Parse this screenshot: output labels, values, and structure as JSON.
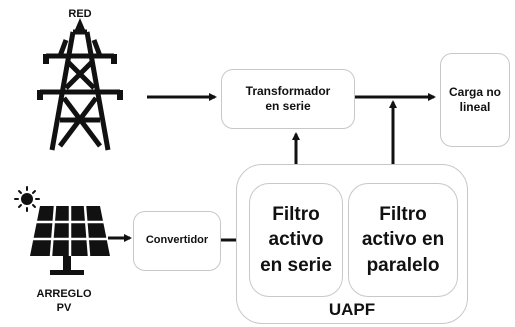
{
  "red_label": "RED",
  "transformer_label": "Transformador\nen serie",
  "load_label": "Carga no\nlineal",
  "converter_label": "Convertidor",
  "series_filter_label": "Filtro\nactivo\nen serie",
  "parallel_filter_label": "Filtro\nactivo en\nparalelo",
  "uapf_label": "UAPF",
  "pv_label": "ARREGLO\nPV",
  "colors": {
    "ink": "#111111",
    "box_border": "#c8c8c8",
    "panel": "#111111",
    "sun": "#111111"
  },
  "icons": {
    "tower": "transmission-tower-icon",
    "solar": "solar-panel-icon",
    "sun": "sun-icon"
  }
}
